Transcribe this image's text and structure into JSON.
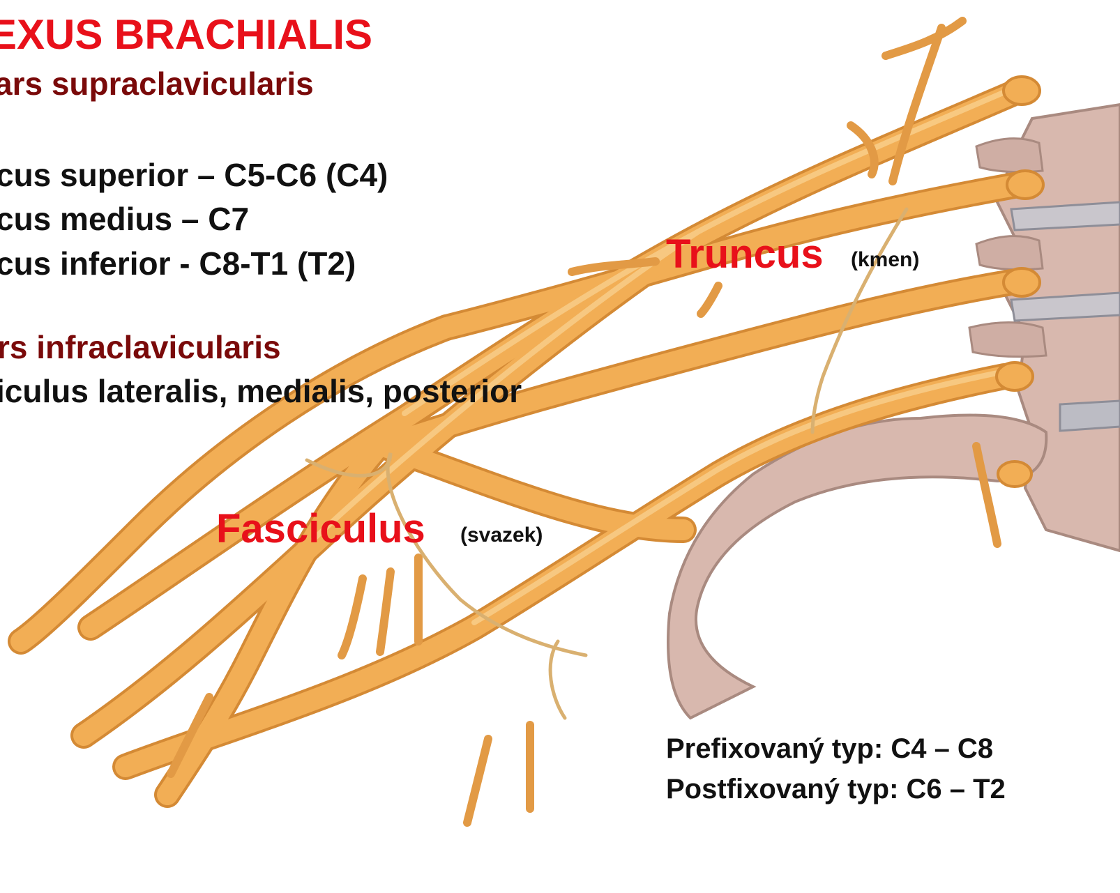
{
  "heading": {
    "title": "EXUS BRACHIALIS",
    "pars_supra": "ars supraclavicularis",
    "truncus_superior": "cus superior – C5-C6 (C4)",
    "truncus_medius": "cus medius – C7",
    "truncus_inferior": "cus inferior - C8-T1 (T2)",
    "pars_infra": "rs infraclavicularis",
    "fasciculi": "iculus lateralis, medialis, posterior"
  },
  "labels": {
    "truncus": "Truncus",
    "truncus_note": "(kmen)",
    "fasciculus": "Fasciculus",
    "fasciculus_note": "(svazek)"
  },
  "types": {
    "prefixed": "Prefixovaný typ: C4 – C8",
    "postfixed": "Postfixovaný typ: C6 – T2"
  },
  "colors": {
    "title": "#e8101a",
    "subtitle": "#7a0a0a",
    "nerve": "#f2ae55",
    "nerve_outline": "#d48a35",
    "bone": "#d8b8ae"
  }
}
